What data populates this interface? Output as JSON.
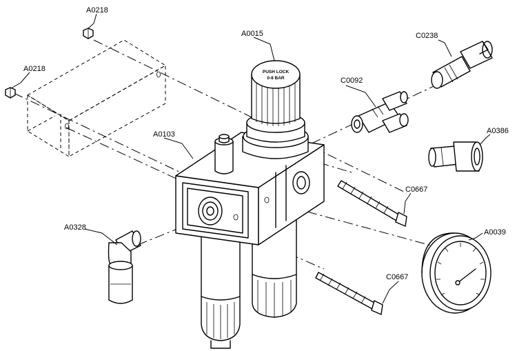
{
  "parts": [
    {
      "id": "nut_top",
      "label": "A0218"
    },
    {
      "id": "nut_left",
      "label": "A0218"
    },
    {
      "id": "regulator_knob",
      "label": "A0015"
    },
    {
      "id": "quick_coupler",
      "label": "C0238"
    },
    {
      "id": "tee_fitting",
      "label": "C0092"
    },
    {
      "id": "filter_body",
      "label": "A0103"
    },
    {
      "id": "plug_connector",
      "label": "A0386"
    },
    {
      "id": "screw_upper",
      "label": "C0667"
    },
    {
      "id": "elbow_fitting",
      "label": "A0328"
    },
    {
      "id": "pressure_gauge",
      "label": "A0039"
    },
    {
      "id": "screw_lower",
      "label": "C0667"
    }
  ],
  "knob_text": {
    "line1": "PUSH LOCK",
    "line2": "0-8 BAR"
  }
}
